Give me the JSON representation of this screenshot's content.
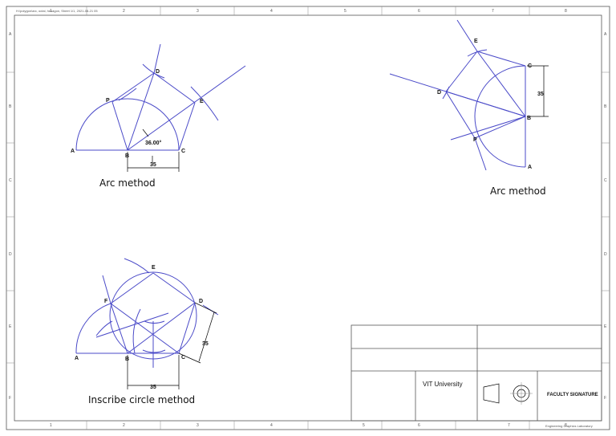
{
  "sheet": {
    "header_note": "H:\\polygon\\arc, octal, hexagon, Sheet 1/1, 2021-08-21 05",
    "zone_numbers_top": [
      "1",
      "2",
      "3",
      "4",
      "5",
      "6",
      "7",
      "8"
    ],
    "zone_numbers_bottom": [
      "1",
      "2",
      "3",
      "4",
      "5",
      "6",
      "7",
      "8"
    ],
    "zone_letters_left": [
      "A",
      "B",
      "C",
      "D",
      "E",
      "F"
    ],
    "zone_letters_right": [
      "A",
      "B",
      "C",
      "D",
      "E",
      "F"
    ],
    "footer_note": "Engineering Graphics Laboratory"
  },
  "drawings": {
    "top_left": {
      "caption": "Arc method",
      "points": {
        "A": "A",
        "B": "B",
        "C": "C",
        "D": "D",
        "E": "E",
        "P": "P"
      },
      "angle_label": "36.00°",
      "dim_label": "35"
    },
    "top_right": {
      "caption": "Arc method",
      "points": {
        "A": "A",
        "B": "B",
        "C": "C",
        "D": "D",
        "E": "E",
        "P": "P"
      },
      "dim_label": "35"
    },
    "bottom_left": {
      "caption": "Inscribe circle method",
      "points": {
        "A": "A",
        "B": "B",
        "C": "C",
        "D": "D",
        "E": "E",
        "F": "F"
      },
      "dim_label_bottom": "35",
      "dim_label_side": "35"
    }
  },
  "title_block": {
    "institution": "VIT University",
    "signature_label": "FACULTY SIGNATURE"
  }
}
